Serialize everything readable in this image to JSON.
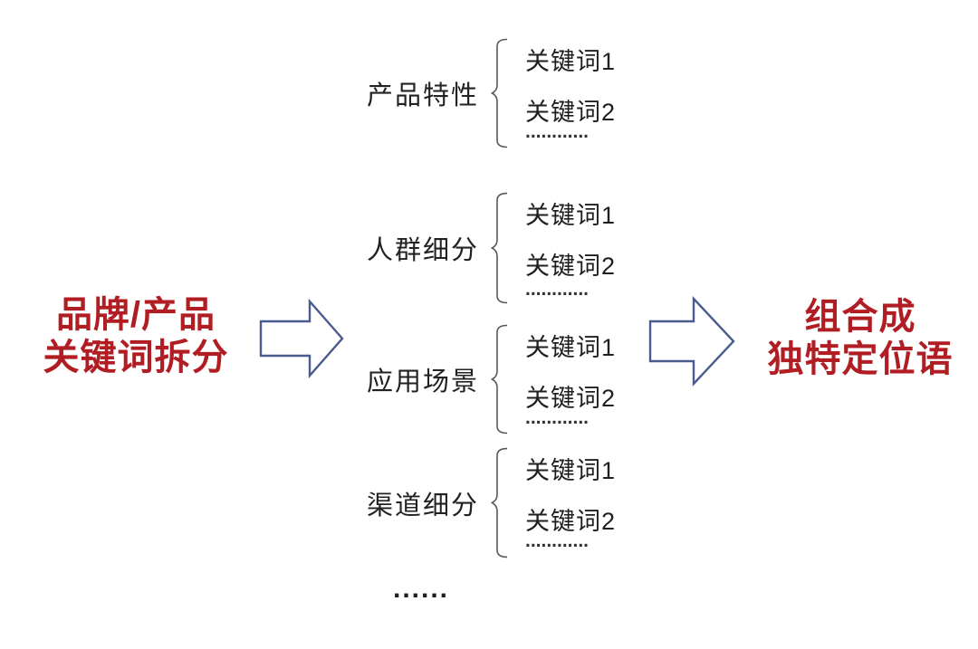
{
  "left_label": {
    "line1": "品牌/产品",
    "line2": "关键词拆分"
  },
  "right_label": {
    "line1": "组合成",
    "line2": "独特定位语"
  },
  "groups": [
    {
      "label": "产品特性",
      "items": [
        "关键词1",
        "关键词2",
        "............"
      ]
    },
    {
      "label": "人群细分",
      "items": [
        "关键词1",
        "关键词2",
        "............"
      ]
    },
    {
      "label": "应用场景",
      "items": [
        "关键词1",
        "关键词2",
        "............"
      ]
    },
    {
      "label": "渠道细分",
      "items": [
        "关键词1",
        "关键词2",
        "............"
      ]
    }
  ],
  "bottom_ellipsis": "......",
  "colors": {
    "accent_red": "#b01e24",
    "arrow_blue": "#4a5c8f",
    "brace_gray": "#595959",
    "text_black": "#1f1f1f",
    "background": "#ffffff"
  }
}
